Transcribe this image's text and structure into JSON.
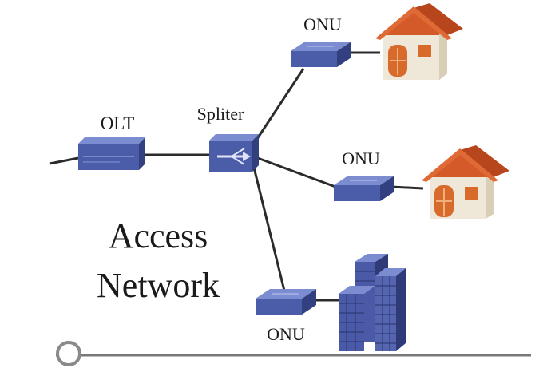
{
  "labels": {
    "olt": "OLT",
    "splitter": "Spliter",
    "onu_top": "ONU",
    "onu_middle": "ONU",
    "onu_bottom": "ONU",
    "section_line1": "Access",
    "section_line2": "Network"
  },
  "colors": {
    "device_fill": "#4b5ca8",
    "device_top": "#7b8cd0",
    "device_side": "#33407f",
    "building_front": "#4a5aa6",
    "building_side": "#2f3a78",
    "house_wall": "#efe8d8",
    "house_roof": "#d45a2a",
    "house_door": "#d86a2c",
    "link": "#2b2b2b",
    "baseline": "#7a7a7a"
  },
  "icons": {
    "olt": "olt-device-icon",
    "splitter": "splitter-icon",
    "onu": "onu-device-icon",
    "house": "house-icon",
    "building": "office-building-icon"
  }
}
